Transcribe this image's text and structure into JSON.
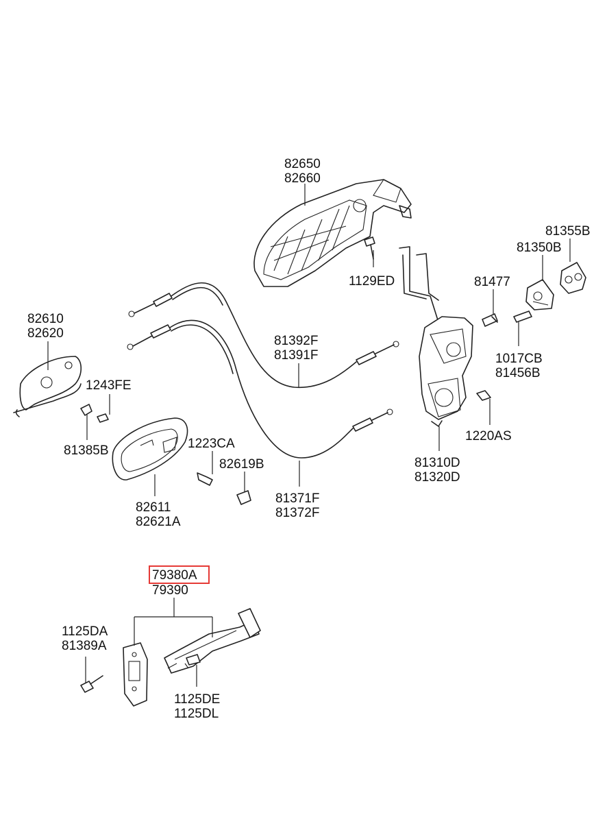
{
  "highlight_color": "#e53935",
  "labels": {
    "handle_ext_a": "82650",
    "handle_ext_b": "82660",
    "screw_1129": "1129ED",
    "bush_81355": "81355B",
    "bracket_81350": "81350B",
    "bolt_81477": "81477",
    "pin_a": "1017CB",
    "pin_b": "81456B",
    "cable_upper_a": "81392F",
    "cable_upper_b": "81391F",
    "handle_int_a": "82610",
    "handle_int_b": "82620",
    "screw_1243": "1243FE",
    "clip_81385": "81385B",
    "screw_1223": "1223CA",
    "cap_82619": "82619B",
    "screw_1220": "1220AS",
    "latch_a": "81310D",
    "latch_b": "81320D",
    "bezel_a": "82611",
    "bezel_b": "82621A",
    "cable_lower_a": "81371F",
    "cable_lower_b": "81372F",
    "checker_highlight": "79380A",
    "checker_alt": "79390",
    "bolt_1125da": "1125DA",
    "bolt_81389": "81389A",
    "bolt_1125de": "1125DE",
    "bolt_1125dl": "1125DL"
  }
}
